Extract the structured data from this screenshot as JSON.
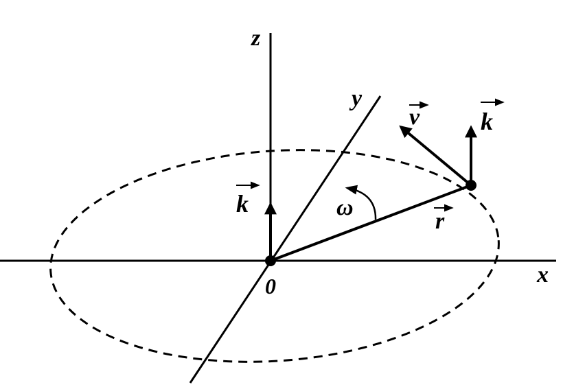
{
  "labels": {
    "x_axis": "x",
    "y_axis": "y",
    "z_axis": "z",
    "origin": "0",
    "k_origin": "k",
    "k_point": "k",
    "v_vector": "v",
    "r_vector": "r",
    "omega": "ω"
  },
  "colors": {
    "ink": "#000000",
    "background": "#ffffff"
  }
}
